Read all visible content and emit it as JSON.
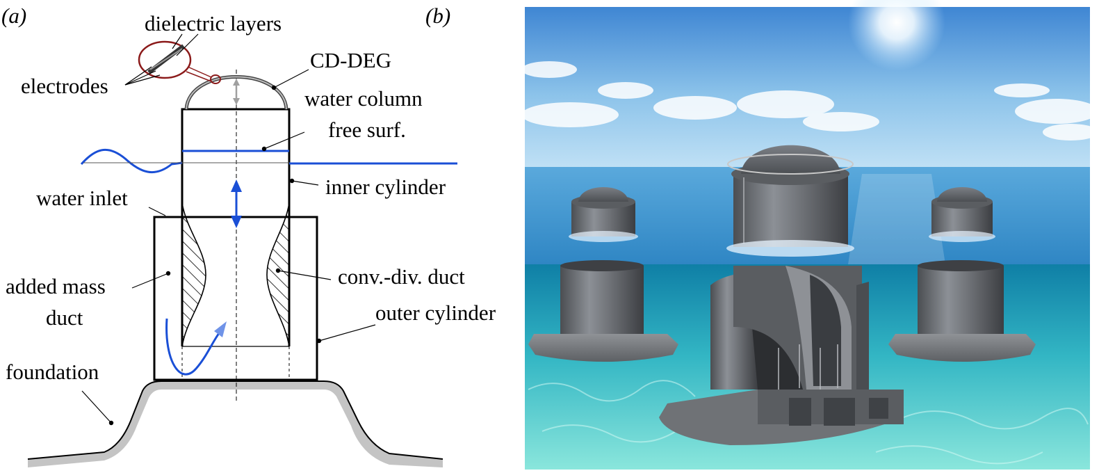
{
  "panel_a": {
    "tag": "(a)",
    "labels": {
      "dielectric_layers": "dielectric layers",
      "electrodes": "electrodes",
      "cd_deg": "CD-DEG",
      "water_column_1": "water column",
      "water_column_2": "free surf.",
      "inner_cylinder": "inner cylinder",
      "water_inlet": "water inlet",
      "added_mass_1": "added mass",
      "added_mass_2": "duct",
      "conv_div_duct": "conv.-div. duct",
      "outer_cylinder": "outer cylinder",
      "foundation": "foundation"
    },
    "colors": {
      "water": "#1a4fd6",
      "flow_arrow": "#6f93e8",
      "foundation_shadow": "#c4c4c4",
      "callout": "#8b1a1a"
    }
  },
  "panel_b": {
    "tag": "(b)",
    "colors": {
      "sky_top": "#3f86d3",
      "sky_bottom": "#bfe0f5",
      "sea": "#3b9ad0",
      "underwater_top": "#0f7fa6",
      "underwater_bottom": "#7fe2d8",
      "structure": "#6b6e72"
    }
  }
}
